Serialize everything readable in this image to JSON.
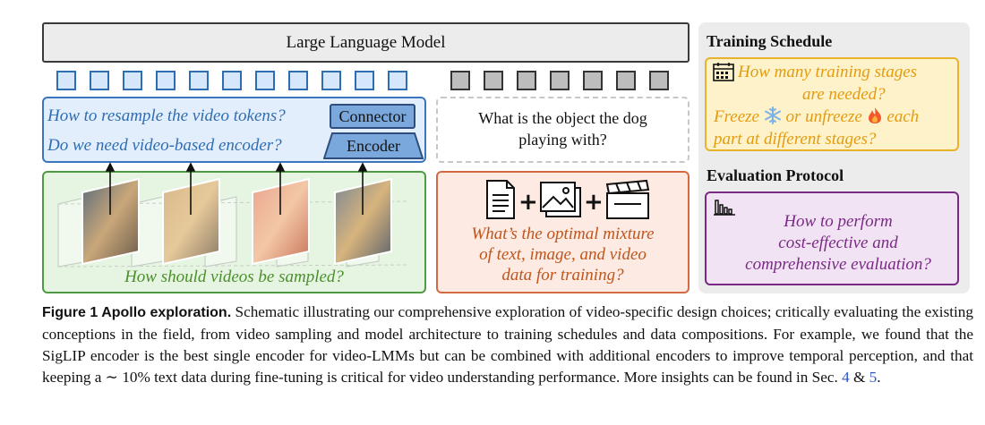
{
  "llm_label": "Large Language Model",
  "connector_label": "Connector",
  "encoder_label": "Encoder",
  "q_resample": "How to resample the video tokens?",
  "q_encoder": "Do we need video-based encoder?",
  "text_query_line1": "What is the object the dog",
  "text_query_line2": "playing with?",
  "q_sampling": "How should videos be sampled?",
  "q_mixture_line1": "What’s the optimal mixture",
  "q_mixture_line2": "of text, image, and video",
  "q_mixture_line3": "data for training?",
  "plus_sign": "+",
  "training_title": "Training Schedule",
  "training_q1_line1": "How many training stages",
  "training_q1_line2": "are needed?",
  "training_q2_freeze": "Freeze",
  "training_q2_or": "or unfreeze",
  "training_q2_each": "each",
  "training_q2_line2": "part at different stages?",
  "eval_title": "Evaluation Protocol",
  "eval_q_line1": "How to perform",
  "eval_q_line2": "cost-effective and",
  "eval_q_line3": "comprehensive evaluation?",
  "caption": {
    "figure_label": "Figure 1  Apollo exploration.",
    "text_before_refs": "Schematic illustrating our comprehensive exploration of video-specific design choices; critically evaluating the existing conceptions in the field, from video sampling and model architecture to training schedules and data compositions. For example, we found that the SigLIP encoder is the best single encoder for video-LMMs but can be combined with additional encoders to improve temporal perception, and that keeping a ∼ 10% text data during fine-tuning is critical for video understanding performance. More insights can be found in Sec.",
    "ref_a": "4",
    "amp": "&",
    "ref_b": "5",
    "end": "."
  },
  "icons": {
    "snowflake": "snowflake-icon",
    "fire": "fire-icon",
    "calendar": "calendar-icon",
    "bar_chart": "bar-chart-icon",
    "document": "document-icon",
    "image": "image-icon",
    "clapperboard": "clapperboard-icon"
  },
  "colors": {
    "blue": "#2f6db3",
    "green": "#4a8f2b",
    "orange": "#c0551c",
    "yellow": "#e49b10",
    "purple": "#7a2a85"
  }
}
